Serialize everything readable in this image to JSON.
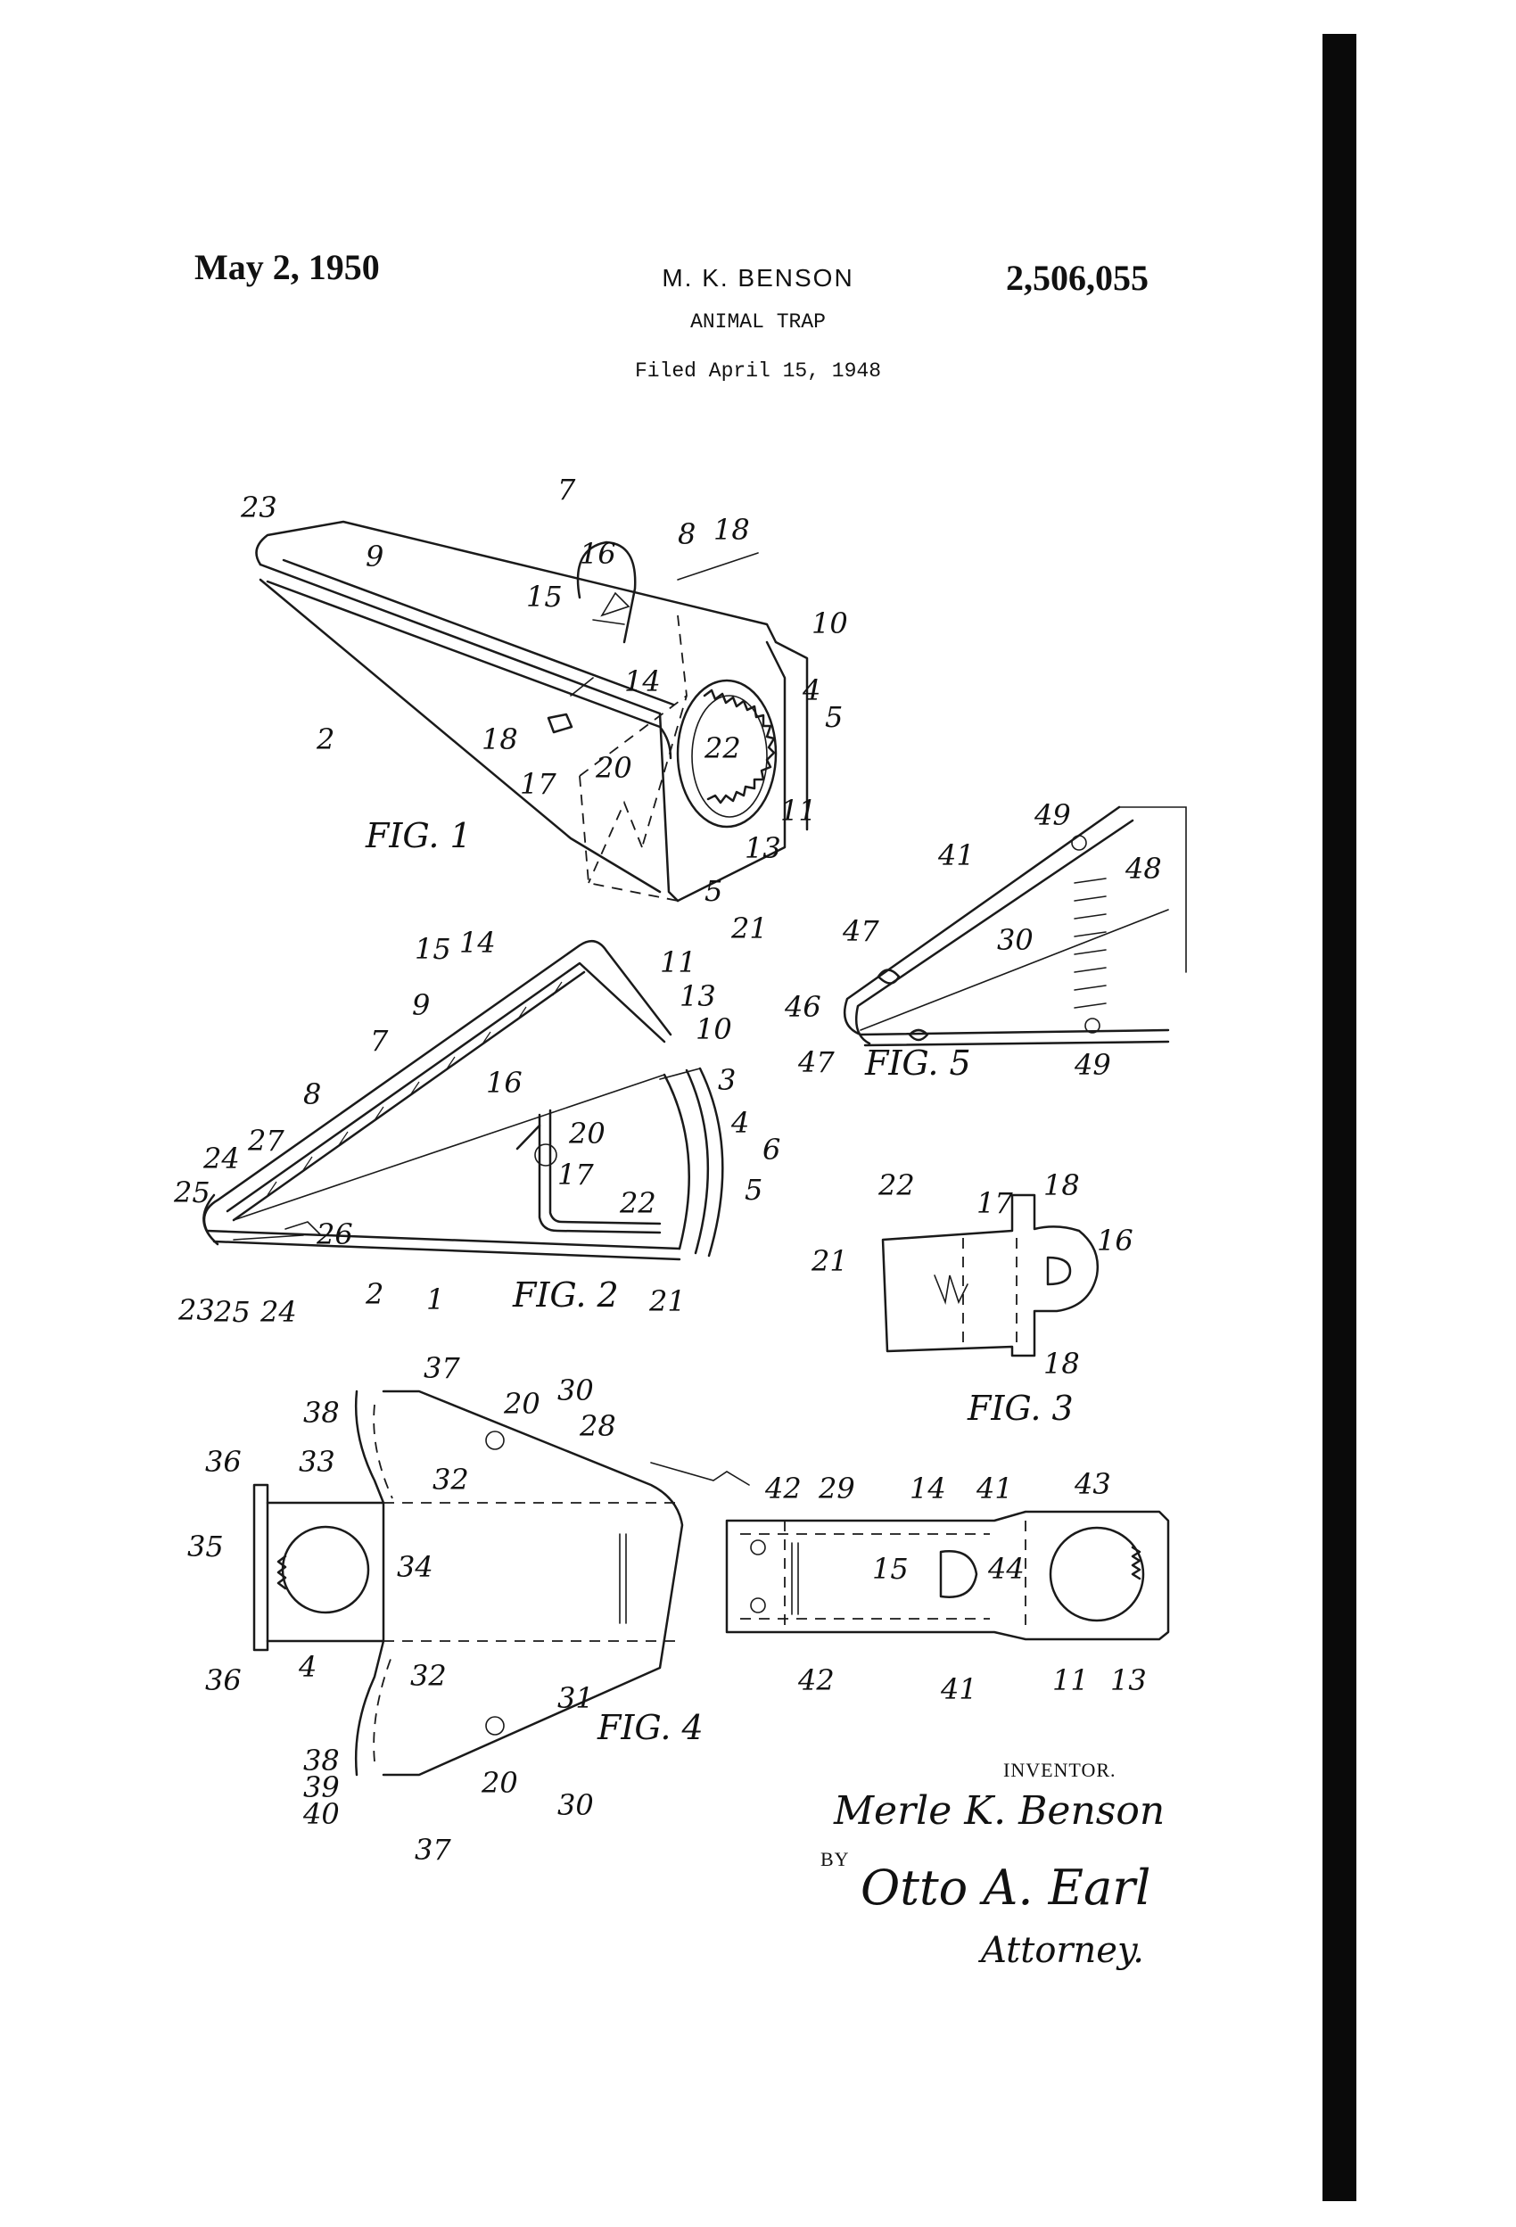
{
  "header": {
    "date": "May 2, 1950",
    "inventor": "M. K. BENSON",
    "title": "ANIMAL TRAP",
    "filed": "Filed April 15, 1948",
    "patent_number": "2,506,055"
  },
  "figures": {
    "fig1": "FIG. 1",
    "fig2": "FIG. 2",
    "fig3": "FIG. 3",
    "fig4": "FIG. 4",
    "fig5": "FIG. 5"
  },
  "labels": {
    "fig1": [
      "23",
      "7",
      "9",
      "16",
      "8",
      "18",
      "15",
      "10",
      "2",
      "14",
      "4",
      "5",
      "18",
      "20",
      "22",
      "17",
      "11",
      "13",
      "5",
      "21"
    ],
    "fig2": [
      "15",
      "14",
      "11",
      "9",
      "13",
      "7",
      "10",
      "16",
      "3",
      "8",
      "20",
      "4",
      "6",
      "24",
      "27",
      "17",
      "5",
      "25",
      "22",
      "26",
      "23",
      "25",
      "24",
      "2",
      "1",
      "21"
    ],
    "fig3": [
      "22",
      "17",
      "18",
      "21",
      "16",
      "18"
    ],
    "fig4": [
      "37",
      "20",
      "30",
      "38",
      "28",
      "36",
      "33",
      "32",
      "35",
      "34",
      "4",
      "36",
      "32",
      "38",
      "39",
      "40",
      "37",
      "20",
      "30",
      "31",
      "42",
      "29",
      "14",
      "41",
      "43",
      "15",
      "44",
      "42",
      "41",
      "11",
      "13"
    ],
    "fig5": [
      "49",
      "41",
      "48",
      "47",
      "30",
      "46",
      "47",
      "49"
    ]
  },
  "signature": {
    "inventor_caption": "INVENTOR.",
    "inventor_name": "Merle K. Benson",
    "by": "BY",
    "attorney_name": "Otto A. Earl",
    "attorney_title": "Attorney."
  }
}
